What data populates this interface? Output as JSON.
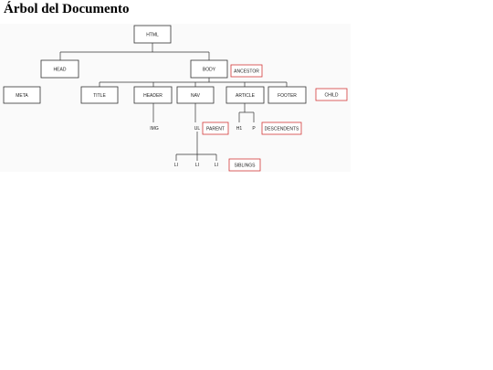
{
  "title": "Árbol del Documento",
  "nodes": {
    "html": "HTML",
    "head": "HEAD",
    "body": "BODY",
    "meta": "META",
    "title_el": "TITLE",
    "header": "HEADER",
    "nav": "NAV",
    "article": "ARTICLE",
    "footer": "FOOTER",
    "img": "IMG",
    "ul": "UL",
    "h1": "H1",
    "p": "P",
    "li_1": "LI",
    "li_2": "LI",
    "li_3": "LI"
  },
  "tags": {
    "ancestor": "ANCESTOR",
    "child": "CHILD",
    "parent": "PARENT",
    "descendents": "DESCENDENTS",
    "siblings": "SIBLINGS"
  },
  "colors": {
    "node_border": "#333333",
    "tag_border": "#d23a3a"
  }
}
